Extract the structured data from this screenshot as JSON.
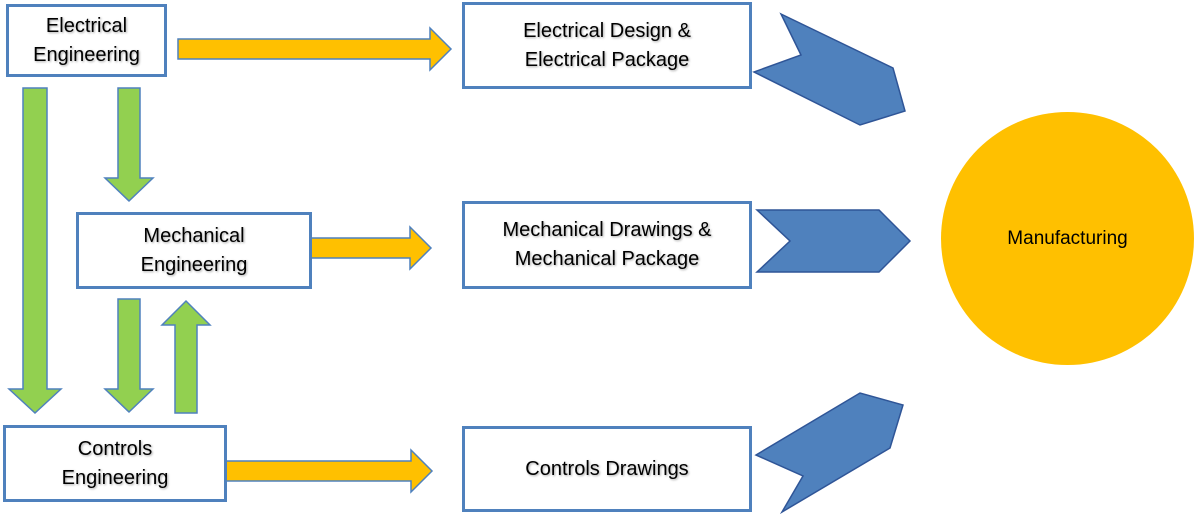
{
  "boxes": {
    "electrical_engineering": {
      "lines": [
        "Electrical",
        "Engineering"
      ]
    },
    "mechanical_engineering": {
      "lines": [
        "Mechanical",
        "Engineering"
      ]
    },
    "controls_engineering": {
      "lines": [
        "Controls",
        "Engineering"
      ]
    },
    "electrical_package": {
      "lines": [
        "Electrical Design &",
        "Electrical Package"
      ]
    },
    "mechanical_package": {
      "lines": [
        "Mechanical Drawings &",
        "Mechanical Package"
      ]
    },
    "controls_package": {
      "lines": [
        "Controls Drawings"
      ]
    }
  },
  "manufacturing": {
    "label": "Manufacturing"
  },
  "colors": {
    "box_border": "#4f81bd",
    "horizontal_arrow_fill": "#ffc000",
    "horizontal_arrow_stroke": "#4f81bd",
    "vertical_arrow_fill": "#92d050",
    "vertical_arrow_stroke": "#4f81bd",
    "chevron_fill": "#4f81bd",
    "chevron_stroke": "#2f5597",
    "circle_fill": "#ffc000"
  }
}
